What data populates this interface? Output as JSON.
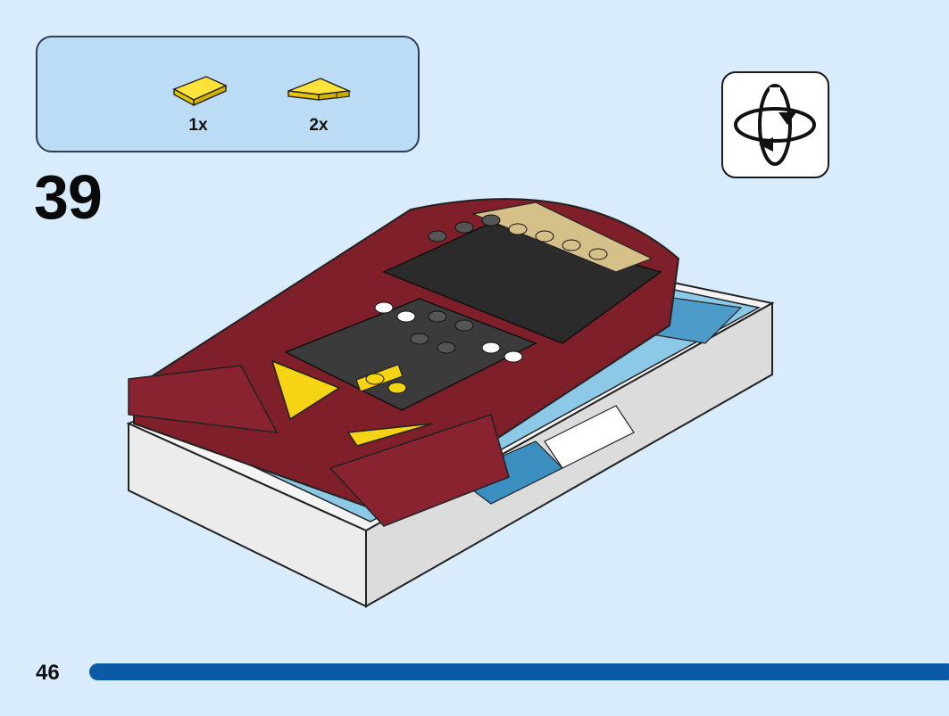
{
  "parts_list": {
    "items": [
      {
        "quantity": "1x",
        "icon": "yellow-tile-1x2-icon",
        "color": "#f6d414"
      },
      {
        "quantity": "2x",
        "icon": "yellow-wedge-tile-icon",
        "color": "#f6d414"
      }
    ]
  },
  "step": {
    "number": "39"
  },
  "rotate_callout": {
    "icon": "rotate-model-icon"
  },
  "footer": {
    "page_number": "46"
  },
  "colors": {
    "background": "#d8ecfb",
    "parts_box": "#bcdcf5",
    "progress": "#0b5aa6",
    "dark_red": "#7e1f2a",
    "dark_gray": "#2b2b2b",
    "tan": "#d6c08a",
    "yellow": "#f6d414",
    "light_blue": "#7fc0e0",
    "white": "#ffffff"
  }
}
